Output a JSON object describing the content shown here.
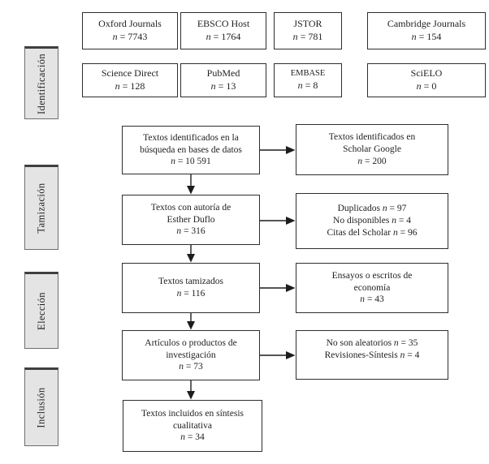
{
  "labels": {
    "n": "n"
  },
  "stages": [
    {
      "label": "Identificación"
    },
    {
      "label": "Tamización"
    },
    {
      "label": "Elección"
    },
    {
      "label": "Inclusión"
    }
  ],
  "sources": {
    "row1": [
      {
        "name": "Oxford Journals",
        "count": "= 7743"
      },
      {
        "name": "EBSCO Host",
        "count": "= 1764"
      },
      {
        "name": "JSTOR",
        "count": "= 781"
      },
      {
        "name": "Cambridge Journals",
        "count": "= 154"
      }
    ],
    "row2": [
      {
        "name": "Science Direct",
        "count": "= 128"
      },
      {
        "name": "PubMed",
        "count": "= 13"
      },
      {
        "name": "EMBASE",
        "count": "= 8"
      },
      {
        "name": "SciELO",
        "count": "= 0"
      }
    ]
  },
  "flow": {
    "identified_db": {
      "lines": [
        "Textos identificados en la",
        "búsqueda en bases de datos"
      ],
      "count": "= 10 591"
    },
    "identified_scholar": {
      "lines": [
        "Textos identificados en",
        "Scholar Google"
      ],
      "count": "= 200"
    },
    "authored": {
      "lines": [
        "Textos con autoría de",
        "Esther Duflo"
      ],
      "count": "= 316"
    },
    "excluded_screening": {
      "lines": [
        {
          "text": "Duplicados",
          "count": "= 97"
        },
        {
          "text": "No disponibles",
          "count": "= 4"
        },
        {
          "text": "Citas del Scholar",
          "count": "= 96"
        }
      ]
    },
    "screened": {
      "lines": [
        "Textos tamizados"
      ],
      "count": "= 116"
    },
    "excluded_essays": {
      "lines": [
        "Ensayos o escritos de",
        "economía"
      ],
      "count": "= 43"
    },
    "articles": {
      "lines": [
        "Artículos o productos de",
        "investigación"
      ],
      "count": "= 73"
    },
    "excluded_articles": {
      "lines": [
        {
          "text": "No son aleatorios",
          "count": "= 35"
        },
        {
          "text": "Revisiones-Síntesis",
          "count": "= 4"
        }
      ]
    },
    "included": {
      "lines": [
        "Textos incluidos en síntesis",
        "cualitativa"
      ],
      "count": "= 34"
    }
  },
  "colors": {
    "stage_fill": "#e4e4e4",
    "box_border": "#2e2e2e",
    "text": "#1f1f1f",
    "background": "#ffffff"
  }
}
